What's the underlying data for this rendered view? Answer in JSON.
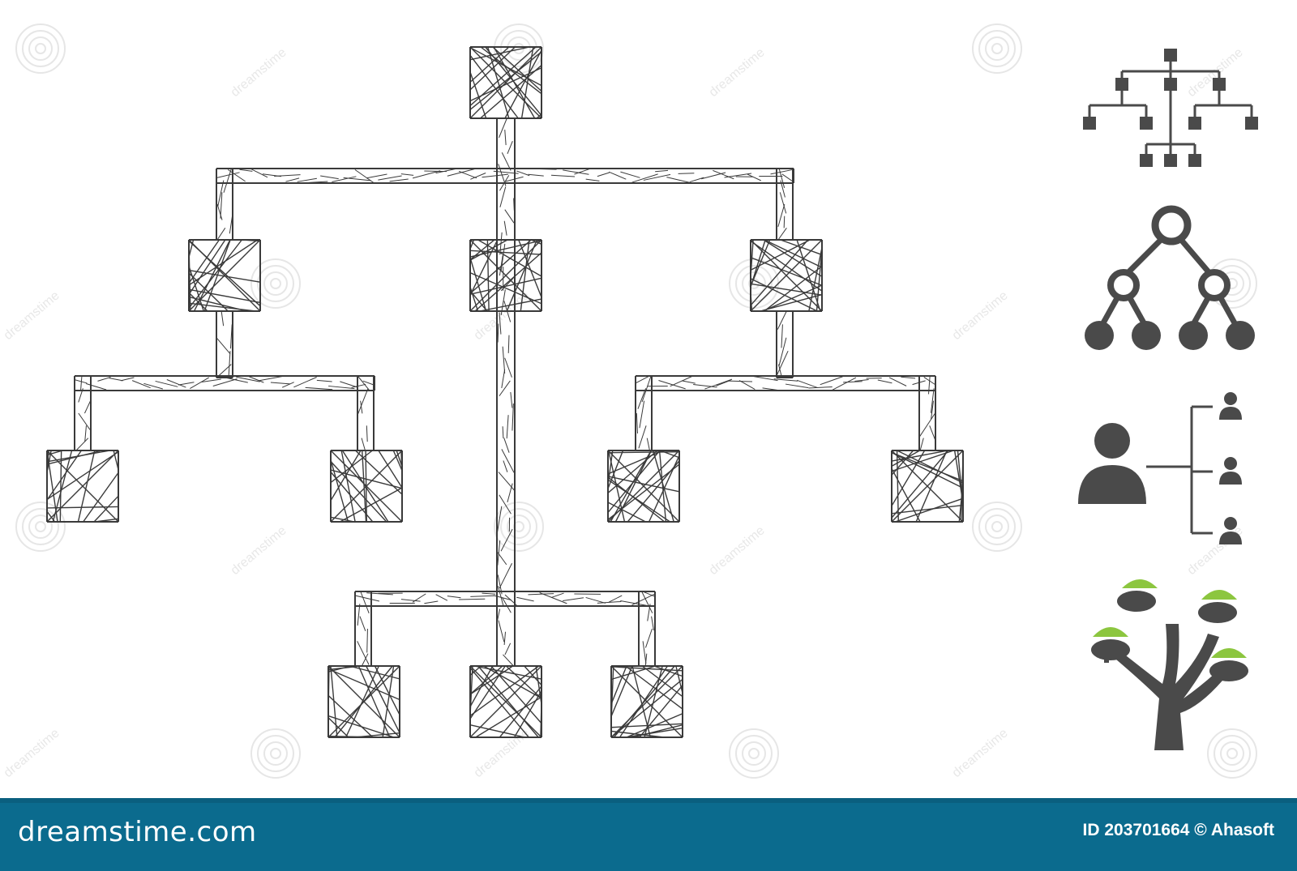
{
  "footer": {
    "brand": "dreamstime.com",
    "image_id": "ID 203701664 © Ahasoft"
  },
  "watermark": {
    "text": "dreamstime"
  },
  "colors": {
    "mesh_stroke": "#3a3a3a",
    "icon_gray": "#4a4a4a",
    "icon_green": "#8cc63f",
    "footer_bg": "#0b6b8e"
  },
  "icons": [
    "hierarchy-icon",
    "binary-tree-icon",
    "user-hierarchy-icon",
    "money-tree-icon"
  ]
}
